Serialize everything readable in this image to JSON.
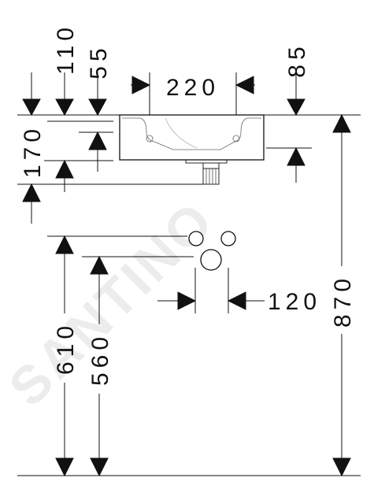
{
  "dimensions": {
    "d110": "110",
    "d55": "55",
    "d220": "220",
    "d85": "85",
    "d170": "170",
    "d610": "610",
    "d560": "560",
    "d120": "120",
    "d870": "870"
  },
  "watermark": "SANTINO",
  "colors": {
    "line": "#111111",
    "watermark": "#ececec",
    "background": "#ffffff"
  }
}
